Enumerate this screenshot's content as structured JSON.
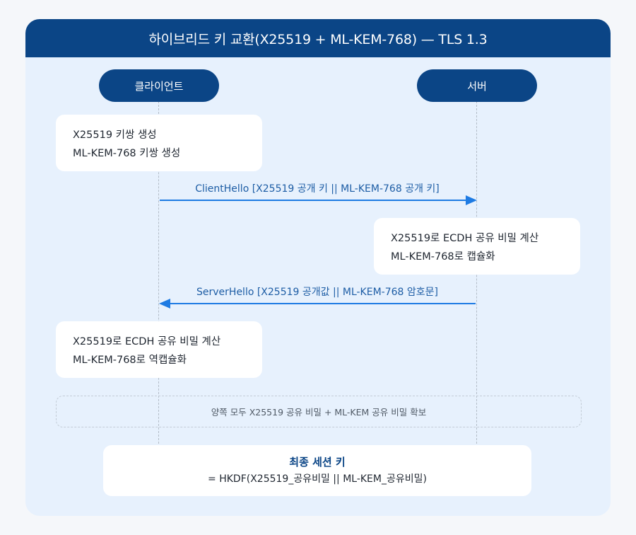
{
  "title": "하이브리드 키 교환(X25519 + ML-KEM-768) — TLS 1.3",
  "actors": {
    "client": "클라이언트",
    "server": "서버"
  },
  "notes": {
    "client_keygen": [
      "X25519 키쌍 생성",
      "ML-KEM-768 키쌍 생성"
    ],
    "server_compute": [
      "X25519로 ECDH 공유 비밀 계산",
      "ML-KEM-768로 캡슐화"
    ],
    "client_compute": [
      "X25519로 ECDH 공유 비밀 계산",
      "ML-KEM-768로 역캡슐화"
    ]
  },
  "messages": {
    "client_hello": "ClientHello [X25519 공개 키 || ML-KEM-768 공개 키]",
    "server_hello": "ServerHello [X25519 공개값 || ML-KEM-768 암호문]"
  },
  "shared_secret_note": "양쪽 모두 X25519 공유 비밀 + ML-KEM 공유 비밀 확보",
  "final_key": {
    "title": "최종 세션 키",
    "formula": "= HKDF(X25519_공유비밀 || ML-KEM_공유비밀)"
  },
  "colors": {
    "header": "#0b4586",
    "background": "#e7f1fd",
    "arrow": "#1e7be3",
    "label": "#1d5da5"
  }
}
